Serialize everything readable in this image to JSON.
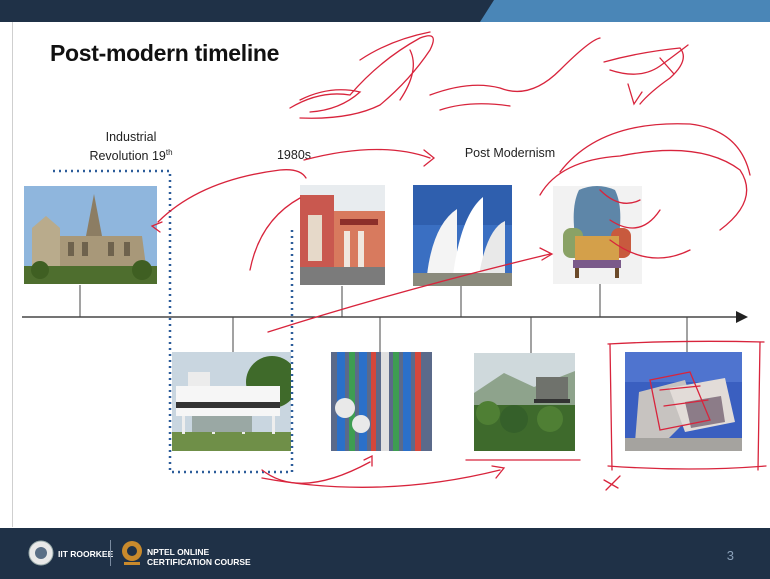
{
  "slide": {
    "title": "Post-modern timeline",
    "labels": {
      "industrial_line1": "Industrial",
      "industrial_line2": "Revolution 19",
      "industrial_sup": "th",
      "eighties": "1980s",
      "postmodern": "Post Modernism"
    },
    "page_number": "3"
  },
  "footer": {
    "institute": "IIT ROORKEE",
    "course_line1": "NPTEL ONLINE",
    "course_line2": "CERTIFICATION COURSE"
  },
  "colors": {
    "header_bar": "#1f3147",
    "header_accent": "#4a86b7",
    "annotation_red": "#d8243c",
    "dotted_blue": "#2d5d9a"
  }
}
